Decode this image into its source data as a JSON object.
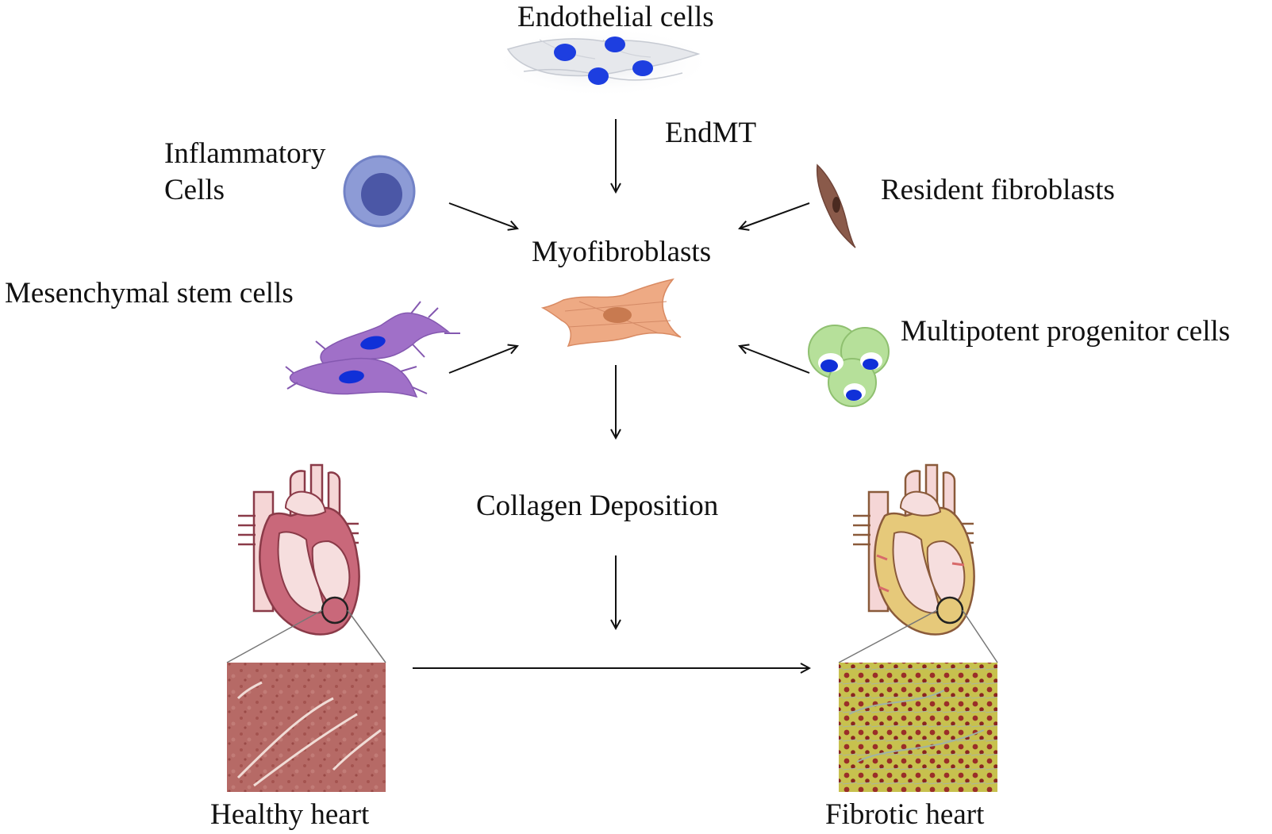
{
  "labels": {
    "endothelial": "Endothelial cells",
    "endmt": "EndMT",
    "inflammatory_line1": "Inflammatory",
    "inflammatory_line2": "Cells",
    "resident": "Resident fibroblasts",
    "myofibroblasts": "Myofibroblasts",
    "mesenchymal": "Mesenchymal stem cells",
    "multipotent": "Multipotent progenitor cells",
    "collagen": "Collagen Deposition",
    "healthy": "Healthy heart",
    "fibrotic": "Fibrotic heart"
  },
  "icons": [
    "endothelial-cells-icon",
    "inflammatory-cell-icon",
    "resident-fibroblast-icon",
    "myofibroblast-icon",
    "mesenchymal-stem-cells-icon",
    "multipotent-progenitor-cells-icon",
    "healthy-heart-icon",
    "fibrotic-heart-icon",
    "healthy-tissue-histology",
    "fibrotic-tissue-histology"
  ],
  "colors": {
    "arrow": "#111111",
    "nucleus_blue": "#1030d8",
    "inflammatory_cell": "#8d9bd6",
    "inflammatory_nucleus": "#4b57a6",
    "fibroblast": "#8a5a4a",
    "myofibroblast": "#e8a580",
    "mesenchymal": "#a070c8",
    "progenitor": "#b6e09a",
    "healthy_heart": "#c9687a",
    "fibrotic_heart": "#e6c97a",
    "healthy_tissue": "#b86a66",
    "fibrotic_tissue": "#c9c24a"
  }
}
